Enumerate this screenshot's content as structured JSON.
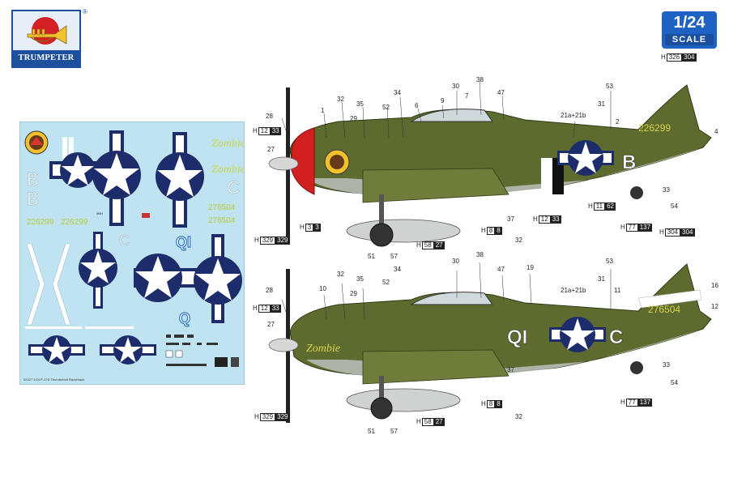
{
  "brand": {
    "name": "TRUMPETER",
    "registered": "®",
    "trumpet_icon": "trumpet-icon",
    "accent": "#1d4f9c",
    "red": "#d32027"
  },
  "scale_badge": {
    "ratio": "1/24",
    "label": "SCALE",
    "color": "#1e63c4"
  },
  "colors": {
    "olive_drab": "#5c6b2e",
    "neutral_gray": "#b8bcbd",
    "insignia_blue": "#1d2d6b",
    "cowl_red": "#d22020",
    "decal_sheet": "#bfe3f1",
    "yellow_text": "#d8d24a"
  },
  "decal_sheet": {
    "serials": [
      "226299",
      "226299",
      "276504"
    ],
    "nose_art": "Zombie",
    "letters": [
      "B",
      "B",
      "C",
      "C",
      "QI",
      "Q"
    ],
    "footer": "02427 1/24 P-47D Thunderbolt Razorback",
    "tiny_labels": [
      "3BH"
    ]
  },
  "profile_top": {
    "serial": "226299",
    "code": "B",
    "callouts": [
      "28",
      "1",
      "32",
      "35",
      "29",
      "52",
      "34",
      "6",
      "9",
      "30",
      "7",
      "38",
      "47",
      "21a+21b",
      "53",
      "31",
      "2",
      "4",
      "27",
      "37",
      "32"
    ],
    "h_labels": [
      {
        "id": "H",
        "w": "12",
        "b": "33"
      },
      {
        "id": "H",
        "w": "3",
        "b": "3"
      },
      {
        "id": "H",
        "w": "329",
        "b": "329"
      },
      {
        "id": "H",
        "w": "8",
        "b": "8"
      },
      {
        "id": "H",
        "w": "58",
        "b": "27"
      },
      {
        "id": "H",
        "w": "12",
        "b": "33"
      },
      {
        "id": "H",
        "w": "11",
        "b": "62"
      },
      {
        "id": "H",
        "w": "77",
        "b": "137"
      },
      {
        "id": "H",
        "w": "326",
        "b": "304"
      }
    ],
    "bottom_callouts": [
      "51",
      "57",
      "33",
      "54"
    ]
  },
  "profile_bottom": {
    "serial": "276504",
    "code_left": "QI",
    "code_right": "C",
    "nose_art": "Zombie",
    "callouts": [
      "28",
      "10",
      "32",
      "35",
      "29",
      "52",
      "34",
      "30",
      "38",
      "47",
      "19",
      "21a+21b",
      "53",
      "31",
      "11",
      "16",
      "12",
      "27",
      "37",
      "32"
    ],
    "h_labels": [
      {
        "id": "H",
        "w": "12",
        "b": "33"
      },
      {
        "id": "H",
        "w": "329",
        "b": "329"
      },
      {
        "id": "H",
        "w": "8",
        "b": "8"
      },
      {
        "id": "H",
        "w": "58",
        "b": "27"
      },
      {
        "id": "H",
        "w": "77",
        "b": "137"
      },
      {
        "id": "H",
        "w": "304",
        "b": "304"
      }
    ],
    "bottom_callouts": [
      "51",
      "57",
      "33",
      "54"
    ]
  }
}
